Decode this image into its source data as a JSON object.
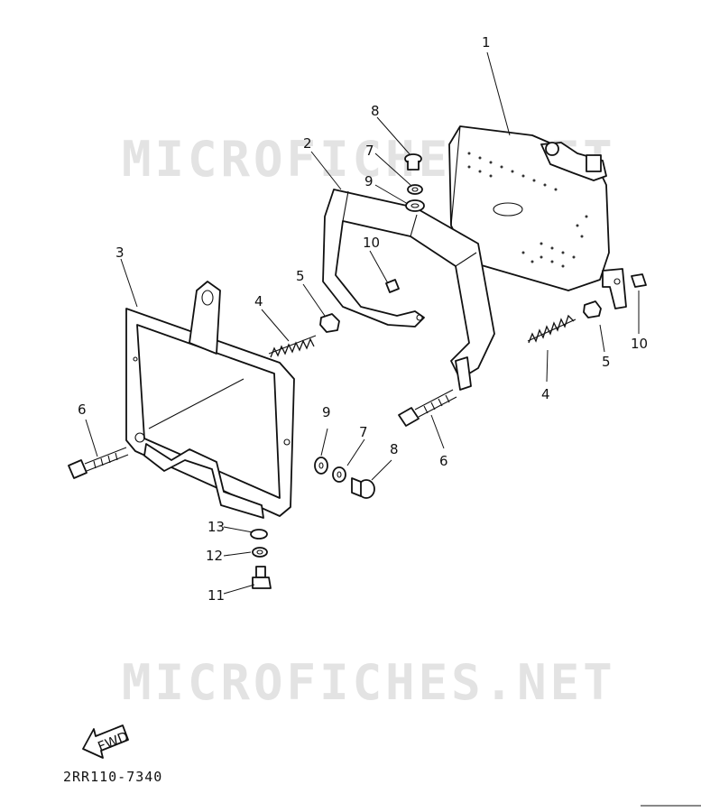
{
  "watermark": "MICROFICHES.NET",
  "diagram_code": "2RR110-7340",
  "fwd_label": "FWD",
  "callouts": {
    "c1": "1",
    "c2": "2",
    "c3": "3",
    "c4a": "4",
    "c4b": "4",
    "c5a": "5",
    "c5b": "5",
    "c6a": "6",
    "c6b": "6",
    "c7a": "7",
    "c7b": "7",
    "c8a": "8",
    "c8b": "8",
    "c9a": "9",
    "c9b": "9",
    "c10a": "10",
    "c10b": "10",
    "c11": "11",
    "c12": "12",
    "c13": "13"
  }
}
